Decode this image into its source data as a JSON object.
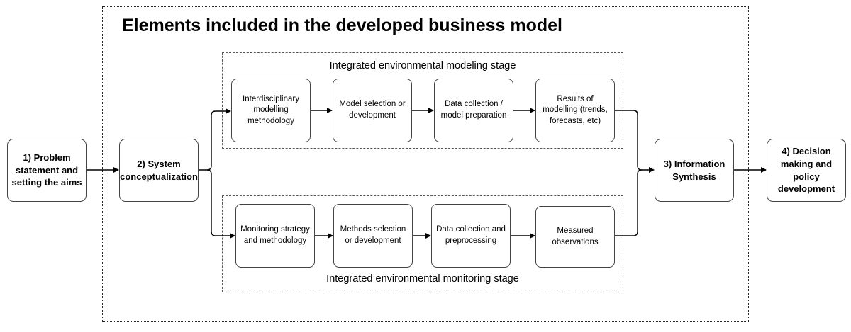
{
  "title": "Elements included in the developed business model",
  "modeling_stage": {
    "label": "Integrated environmental modeling stage",
    "steps": [
      "Interdisciplinary modelling methodology",
      "Model selection or development",
      "Data collection / model preparation",
      "Results of modelling (trends, forecasts, etc)"
    ]
  },
  "monitoring_stage": {
    "label": "Integrated environmental monitoring stage",
    "steps": [
      "Monitoring strategy and methodology",
      "Methods selection or development",
      "Data collection and preprocessing",
      "Measured observations"
    ]
  },
  "main_steps": {
    "problem": "1) Problem statement and setting the aims",
    "system": "2) System conceptualization",
    "synthesis": "3) Information Synthesis",
    "decision": "4) Decision making and policy development"
  }
}
